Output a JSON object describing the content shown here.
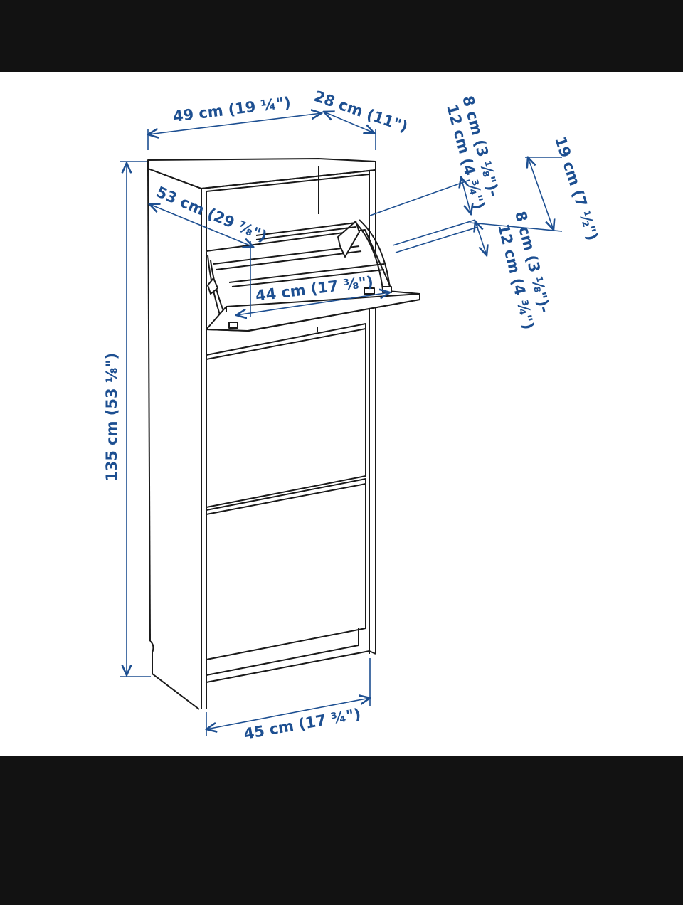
{
  "colors": {
    "frame": "#121212",
    "background": "#ffffff",
    "line": "#1a1a1a",
    "dimension": "#1d4f91"
  },
  "dimensions": {
    "width_top": "49 cm (19 ¼\")",
    "depth": "28 cm (11\")",
    "shelf_spacing_min": "8 cm (3 ⅛\")-",
    "shelf_spacing_max": "12 cm (4 ¾\")",
    "compartment_height": "19 cm (7 ½\")",
    "shelf_spacing_lower_min": "8 cm (3 ⅛\")-",
    "shelf_spacing_lower_max": "12 cm (4 ¾\")",
    "diagonal": "53 cm (29 ⅞\")",
    "inner_width": "44 cm (17 ⅜\")",
    "height": "135 cm (53 ⅛\")",
    "width_bottom": "45 cm (17 ¾\")"
  }
}
